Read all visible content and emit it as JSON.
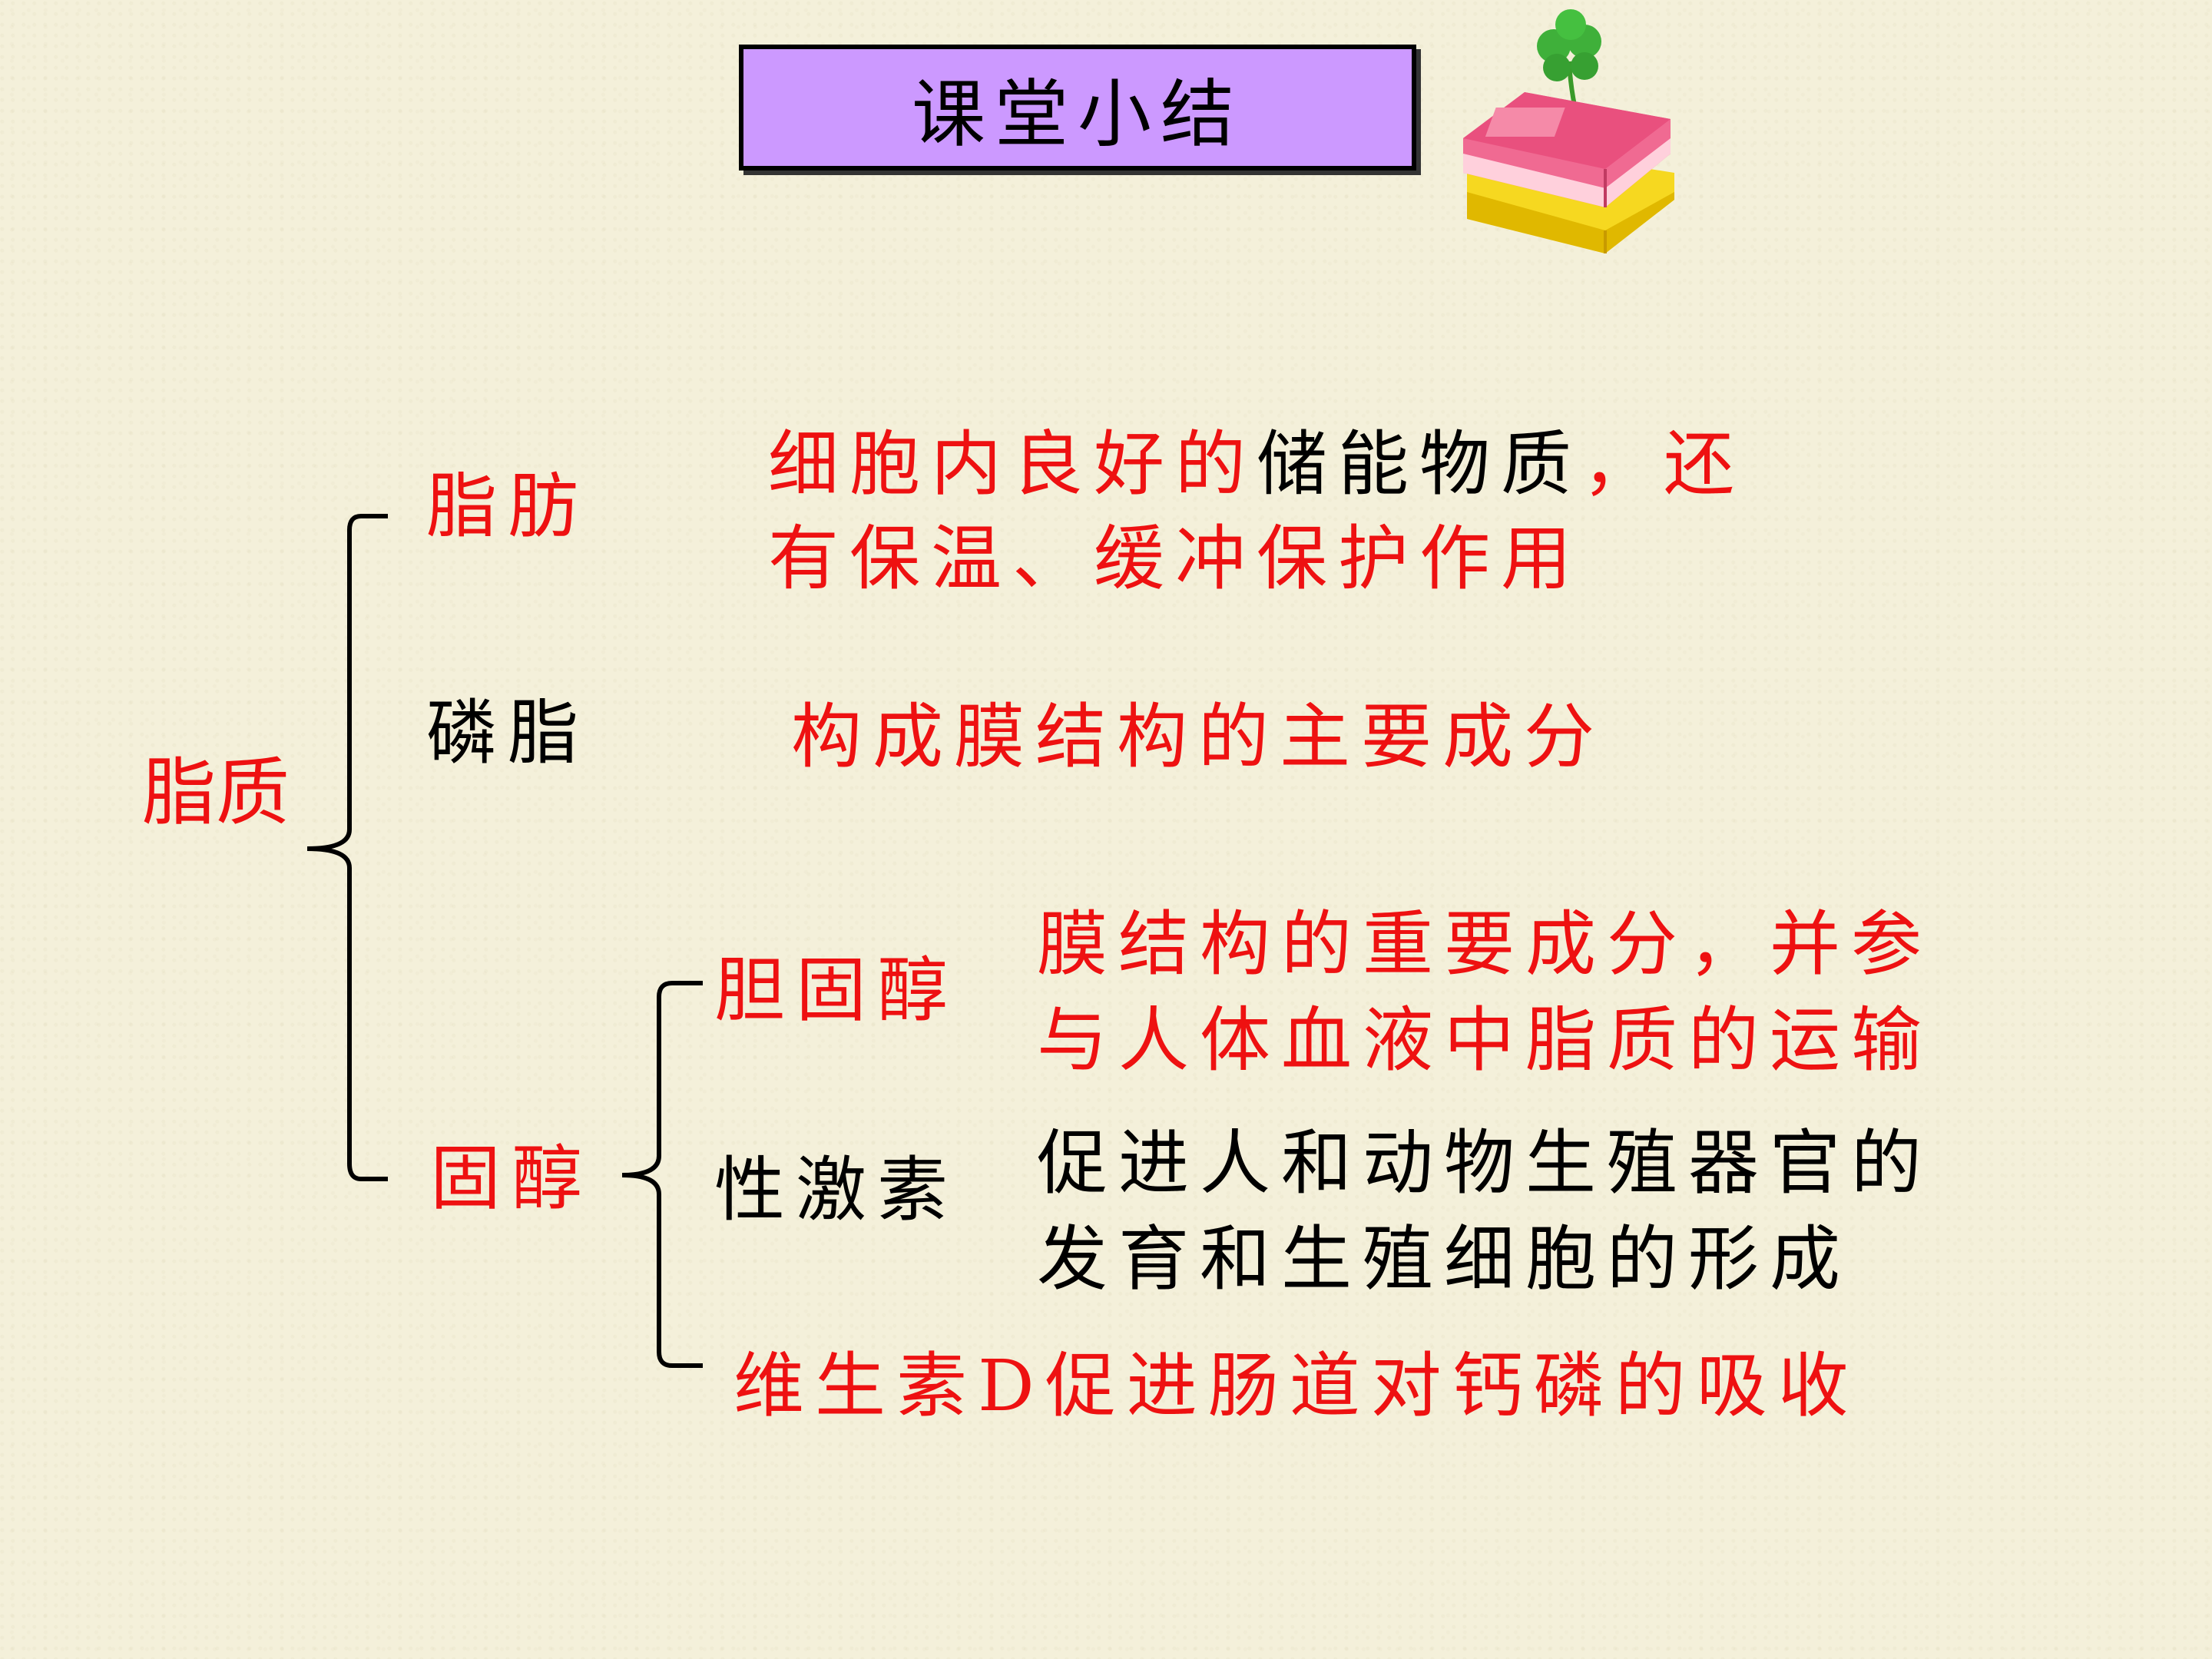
{
  "title": "课堂小结",
  "root": {
    "label": "脂质"
  },
  "branches": {
    "fat": {
      "label": "脂肪",
      "desc_red_1": "细胞内良好的",
      "desc_black_1": "储能物质",
      "desc_red_2": "，还",
      "desc_red_3": "有保温、缓冲保护作用"
    },
    "phospholipid": {
      "label": "磷脂",
      "desc": "构成膜结构的主要成分"
    },
    "sterol": {
      "label": "固醇"
    }
  },
  "sterol_children": {
    "cholesterol": {
      "label": "胆固醇",
      "desc_1": "膜结构的重要成分，并参",
      "desc_2": "与人体血液中脂质的运输"
    },
    "sex_hormone": {
      "label": "性激素",
      "desc_1": "促进人和动物生殖器官的",
      "desc_2": "发育和生殖细胞的形成"
    },
    "vitamin_d": {
      "text": "维生素D促进肠道对钙磷的吸收"
    }
  },
  "colors": {
    "accent_red": "#ee1111",
    "title_bg": "#cc99ff"
  },
  "icons": {
    "decoration": "books-clover-icon"
  }
}
